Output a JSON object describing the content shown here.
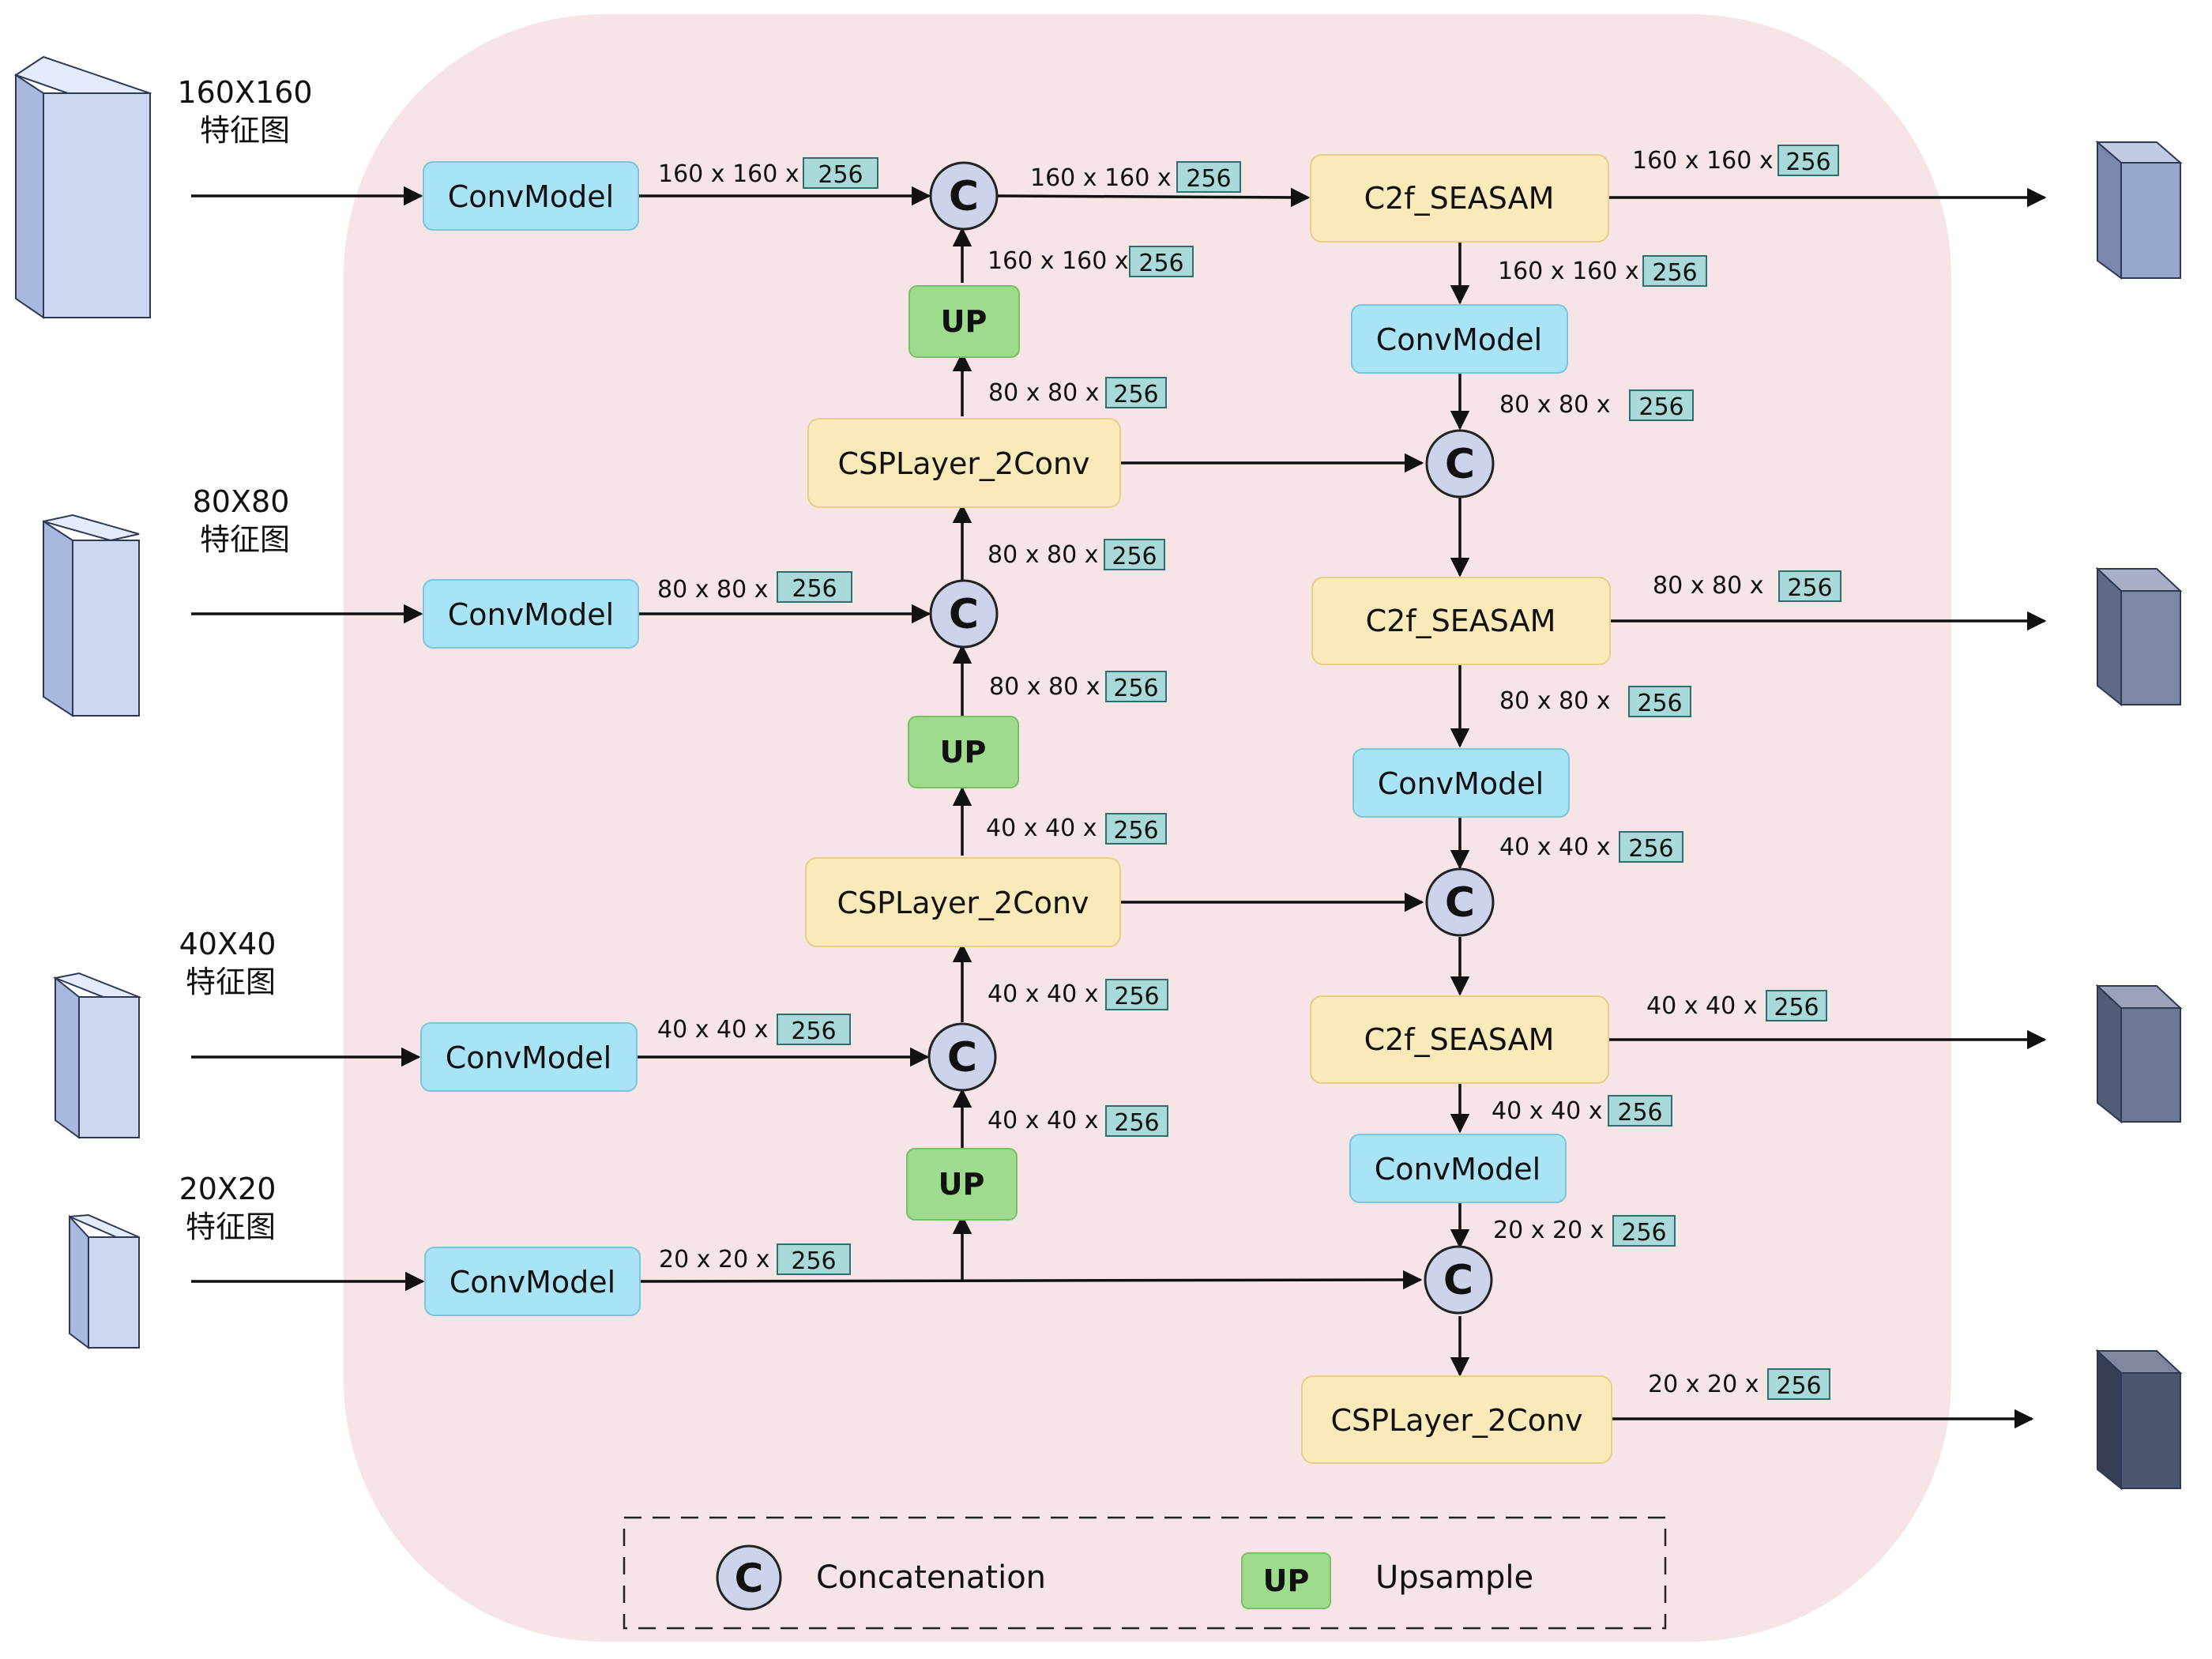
{
  "inputs": [
    {
      "label_size": "160X160",
      "label_text": "特征图"
    },
    {
      "label_size": "80X80",
      "label_text": "特征图"
    },
    {
      "label_size": "40X40",
      "label_text": "特征图"
    },
    {
      "label_size": "20X20",
      "label_text": "特征图"
    }
  ],
  "blocks": {
    "conv": "ConvModel",
    "csp": "CSPLayer_2Conv",
    "c2f": "C2f_SEASAM",
    "concat": "C",
    "up": "UP"
  },
  "dims": {
    "d1": "160 x 160 x",
    "d2": "160 x 160 x",
    "d3": "160 x 160 x",
    "d4": "160 x 160 x",
    "d5": "160 x 160 x",
    "d6": "80 x 80 x",
    "d7": "80 x 80 x",
    "d8": "80 x 80 x",
    "d9": "80 x 80 x",
    "d10": "80 x 80 x",
    "d11": "80 x 80 x",
    "d12": "40 x 40 x",
    "d13": "40 x 40 x",
    "d14": "40 x 40 x",
    "d15": "40 x 40 x",
    "d16": "40 x 40 x",
    "d17": "40 x 40 x",
    "d18": "40 x 40 x",
    "d19": "20 x 20 x",
    "d20": "20 x 20 x",
    "d21": "20 x 20 x",
    "d22": "80 x 80 x"
  },
  "channels": "256",
  "legend": {
    "concat_symbol": "C",
    "concat_label": "Concatenation",
    "up_symbol": "UP",
    "up_label": "Upsample"
  },
  "colors": {
    "panel_bg": "#f6e4e6",
    "conv_fill": "#a9e4f6",
    "csp_fill": "#fbeab9",
    "up_fill": "#9edb8c",
    "concat_fill": "#cdd3ea",
    "channel_badge": "#a9d9d9",
    "input_cube": "#ccd7f2"
  }
}
